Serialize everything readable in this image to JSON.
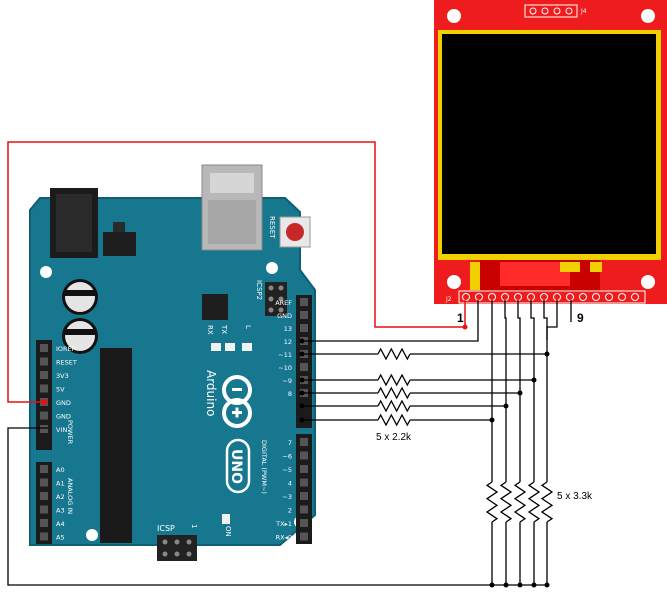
{
  "colors": {
    "board_teal": "#16778f",
    "board_edge": "#0f5f73",
    "lcd_red": "#ee1c1c",
    "wire_red": "#e81010",
    "wire_black": "#000000"
  },
  "display": {
    "header_top": "J4",
    "header_bottom": "J2",
    "pin_first": "1",
    "pin_last": "9"
  },
  "arduino": {
    "brand": "Arduino",
    "model": "UNO",
    "reset_label": "RESET",
    "icsp2_label": "ICSP2",
    "icsp_label": "ICSP",
    "icsp_pin1": "1",
    "on_label": "ON",
    "l_label": "L",
    "tx_label": "TX",
    "rx_label": "RX",
    "power_label": "POWER",
    "analog_label": "ANALOG IN",
    "digital_label": "DIGITAL (PWM~)",
    "power_pins": [
      "IOREF",
      "RESET",
      "3V3",
      "5V",
      "GND",
      "GND",
      "VIN"
    ],
    "analog_pins": [
      "A0",
      "A1",
      "A2",
      "A3",
      "A4",
      "A5"
    ],
    "digital_top": [
      "AREF",
      "GND",
      "13",
      "12",
      "~11",
      "~10",
      "~9",
      "8"
    ],
    "digital_bottom": [
      "7",
      "~6",
      "~5",
      "4",
      "~3",
      "2",
      "TX▸1",
      "RX◂0"
    ]
  },
  "resistors": {
    "series_label": "5 x 2.2k",
    "pulldown_label": "5 x 3.3k"
  }
}
